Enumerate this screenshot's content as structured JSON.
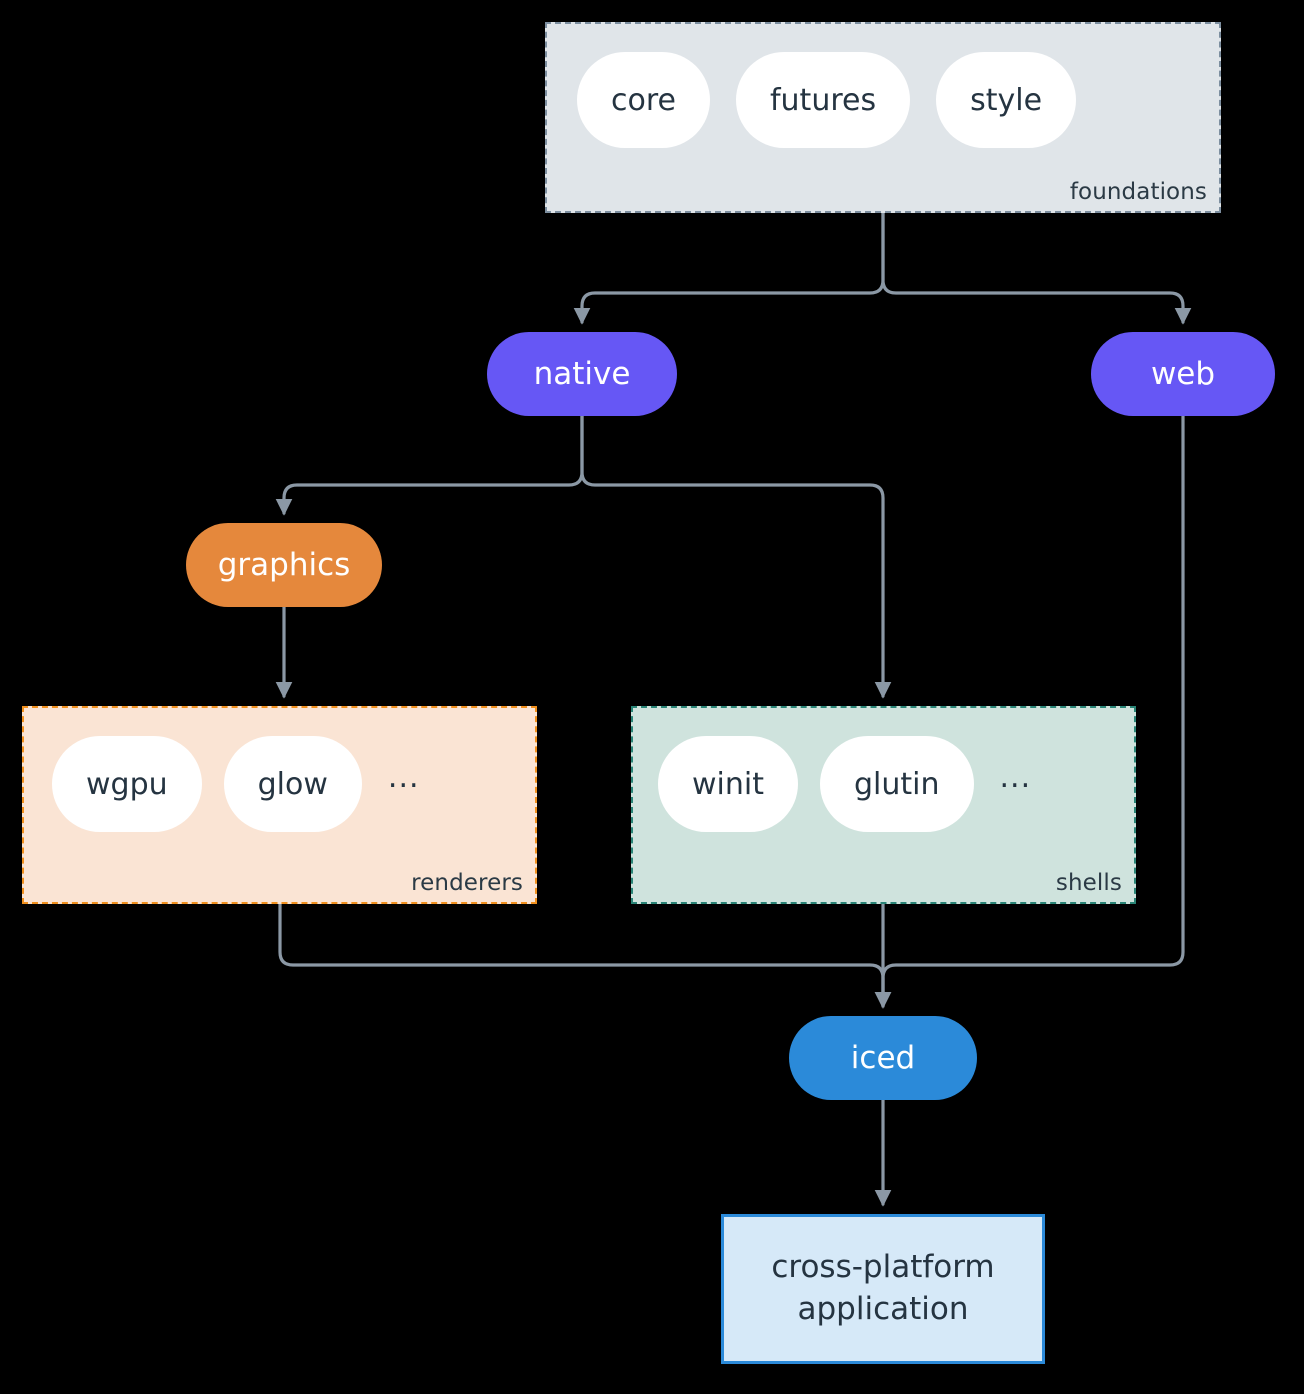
{
  "diagram": {
    "type": "flowchart",
    "background_color": "#000000",
    "edge_color": "#8b98a5",
    "clusters": [
      {
        "id": "foundations",
        "label": "foundations",
        "fill": "#e0e5e9",
        "border_color": "#7d8fa0",
        "border_style": "dashed",
        "items": [
          {
            "label": "core"
          },
          {
            "label": "futures"
          },
          {
            "label": "style"
          }
        ]
      },
      {
        "id": "renderers",
        "label": "renderers",
        "fill": "#fae4d4",
        "border_color": "#f0901e",
        "border_style": "dashed",
        "items": [
          {
            "label": "wgpu"
          },
          {
            "label": "glow"
          }
        ],
        "ellipsis": "..."
      },
      {
        "id": "shells",
        "label": "shells",
        "fill": "#cfe3dd",
        "border_color": "#2a8577",
        "border_style": "dashed",
        "items": [
          {
            "label": "winit"
          },
          {
            "label": "glutin"
          }
        ],
        "ellipsis": "..."
      }
    ],
    "nodes": [
      {
        "id": "native",
        "label": "native",
        "shape": "stadium",
        "fill": "#6657f5",
        "text_color": "#ffffff"
      },
      {
        "id": "web",
        "label": "web",
        "shape": "stadium",
        "fill": "#6657f5",
        "text_color": "#ffffff"
      },
      {
        "id": "graphics",
        "label": "graphics",
        "shape": "stadium",
        "fill": "#e5883c",
        "text_color": "#ffffff"
      },
      {
        "id": "iced",
        "label": "iced",
        "shape": "stadium",
        "fill": "#2b8ad9",
        "text_color": "#ffffff"
      },
      {
        "id": "application",
        "label_line1": "cross-platform",
        "label_line2": "application",
        "shape": "rect",
        "fill": "#d6e9f8",
        "border_color": "#2b8ad9",
        "text_color": "#253441"
      }
    ],
    "edges": [
      {
        "from": "foundations",
        "to": "native"
      },
      {
        "from": "foundations",
        "to": "web"
      },
      {
        "from": "native",
        "to": "graphics"
      },
      {
        "from": "native",
        "to": "shells"
      },
      {
        "from": "graphics",
        "to": "renderers"
      },
      {
        "from": "renderers",
        "to": "iced"
      },
      {
        "from": "shells",
        "to": "iced"
      },
      {
        "from": "web",
        "to": "iced"
      },
      {
        "from": "iced",
        "to": "application"
      }
    ]
  }
}
